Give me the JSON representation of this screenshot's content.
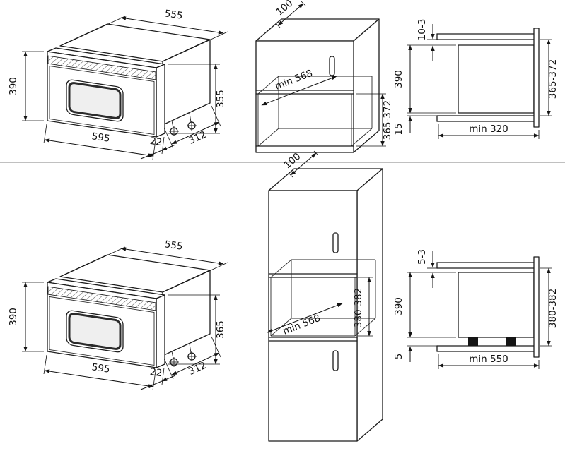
{
  "top_row": {
    "isometric_view": {
      "width_top": "555",
      "height_front": "390",
      "height_body": "355",
      "width_front": "595",
      "depth_body": "312",
      "depth_frame": "22"
    },
    "cabinet_view": {
      "depth_top": "100",
      "niche_width": "min 568",
      "niche_height": "365-372"
    },
    "section_view": {
      "gap_top": "10-3",
      "height": "390",
      "gap_bottom": "15",
      "niche_height": "365-372",
      "depth_min": "min 320"
    }
  },
  "bottom_row": {
    "isometric_view": {
      "width_top": "555",
      "height_front": "390",
      "height_body": "365",
      "width_front": "595",
      "depth_body": "312",
      "depth_frame": "22"
    },
    "cabinet_view": {
      "depth_top": "100",
      "niche_width": "min 568",
      "niche_height": "380-382"
    },
    "section_view": {
      "gap_top": "5-3",
      "height": "390",
      "gap_bottom": "5",
      "niche_height": "380-382",
      "depth_min": "min 550"
    }
  }
}
